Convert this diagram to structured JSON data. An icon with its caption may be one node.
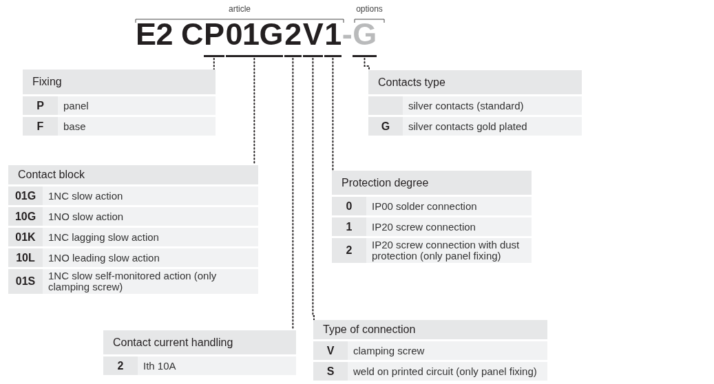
{
  "diagram": {
    "nodes": [
      {
        "text": [
          "P"
        ]
      },
      {
        "text": [
          "01G"
        ]
      },
      {
        "text": [
          "2"
        ]
      },
      {
        "text": [
          "V"
        ]
      },
      {
        "text": [
          "1"
        ]
      },
      {
        "text": [
          "G"
        ]
      },
      {
        "text": [
          "Fixing"
        ]
      },
      {
        "text": [
          "P",
          "panel"
        ]
      },
      {
        "text": [
          "F",
          "base"
        ]
      },
      {
        "text": [
          "Contacts type"
        ]
      },
      {
        "text": [
          "silver contacts (standard)"
        ]
      },
      {
        "text": [
          "G",
          "silver contacts gold plated"
        ]
      },
      {
        "text": [
          "Contact block"
        ]
      },
      {
        "text": [
          "01G",
          "1NC slow action"
        ]
      },
      {
        "text": [
          "10G",
          "1NO slow action"
        ]
      },
      {
        "text": [
          "01K",
          "1NC lagging slow action"
        ]
      },
      {
        "text": [
          "10L",
          "1NO leading slow action"
        ]
      },
      {
        "text": [
          "01S",
          "1NC slow self-monitored action (only clamping screw)"
        ]
      },
      {
        "text": [
          "Protection degree"
        ]
      },
      {
        "text": [
          "0",
          "IP00 solder connection"
        ]
      },
      {
        "text": [
          "1",
          "IP20 screw connection"
        ]
      },
      {
        "text": [
          "2",
          "IP20 screw connection with dust protection (only panel fixing)"
        ]
      },
      {
        "text": [
          "Contact current handling"
        ]
      },
      {
        "text": [
          "2",
          "Ith 10A"
        ]
      },
      {
        "text": [
          "Type of connection"
        ]
      },
      {
        "text": [
          "V",
          "clamping screw"
        ]
      },
      {
        "text": [
          "S",
          "weld on printed circuit (only panel fixing)"
        ]
      }
    ],
    "edges": [
      {
        "from": 0,
        "to": 6,
        "arrow": "none",
        "style": "dashed"
      },
      {
        "from": 1,
        "to": 12,
        "arrow": "none",
        "style": "dashed"
      },
      {
        "from": 2,
        "to": 22,
        "arrow": "none",
        "style": "dashed"
      },
      {
        "from": 3,
        "to": 24,
        "arrow": "none",
        "style": "dashed"
      },
      {
        "from": 4,
        "to": 18,
        "arrow": "none",
        "style": "dashed"
      },
      {
        "from": 5,
        "to": 9,
        "arrow": "none",
        "style": "dashed"
      }
    ],
    "labels": [
      "article",
      "options",
      "E2 C",
      "-"
    ]
  }
}
